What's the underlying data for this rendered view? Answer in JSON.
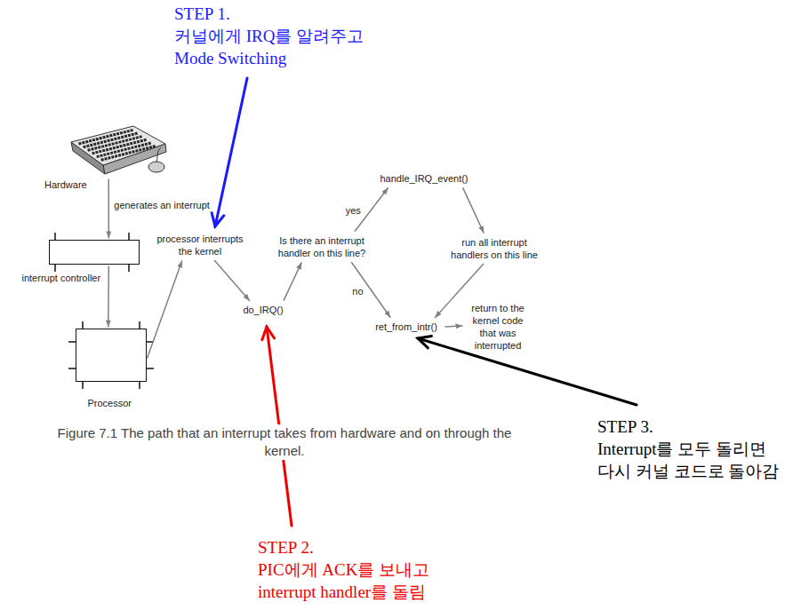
{
  "diagram": {
    "caption": "Figure 7.1 The path that an interrupt takes from hardware and on through the kernel.",
    "nodes": [
      {
        "text": [
          "Hardware"
        ]
      },
      {
        "text": [
          "interrupt controller"
        ]
      },
      {
        "text": [
          "Processor"
        ]
      },
      {
        "text": [
          "processor interrupts the kernel"
        ]
      },
      {
        "text": [
          "do_IRQ()"
        ]
      },
      {
        "text": [
          "Is there an interrupt handler on this line?"
        ]
      },
      {
        "text": [
          "handle_IRQ_event()"
        ]
      },
      {
        "text": [
          "run all interrupt handlers on this line"
        ]
      },
      {
        "text": [
          "ret_from_intr()"
        ]
      },
      {
        "text": [
          "return to the kernel code that was interrupted"
        ]
      }
    ],
    "edges": [
      {
        "from": 0,
        "to": 1,
        "label": "generates an interrupt",
        "arrow": "to"
      },
      {
        "from": 1,
        "to": 2,
        "arrow": "to"
      },
      {
        "from": 2,
        "to": 3,
        "arrow": "to"
      },
      {
        "from": 3,
        "to": 4,
        "arrow": "to"
      },
      {
        "from": 4,
        "to": 5,
        "arrow": "to"
      },
      {
        "from": 5,
        "to": 6,
        "label": "yes",
        "arrow": "to"
      },
      {
        "from": 6,
        "to": 7,
        "arrow": "to"
      },
      {
        "from": 5,
        "to": 8,
        "label": "no",
        "arrow": "to"
      },
      {
        "from": 7,
        "to": 8,
        "arrow": "to"
      },
      {
        "from": 8,
        "to": 9,
        "arrow": "to"
      }
    ],
    "labels": [
      "STEP 1.",
      "커널에게 IRQ를 알려주고",
      "Mode Switching",
      "STEP 2.",
      "PIC에게 ACK를 보내고",
      "interrupt handler를 돌림",
      "STEP 3.",
      "Interrupt를 모두 돌리면",
      "다시 커널 코드로 돌아감"
    ]
  }
}
